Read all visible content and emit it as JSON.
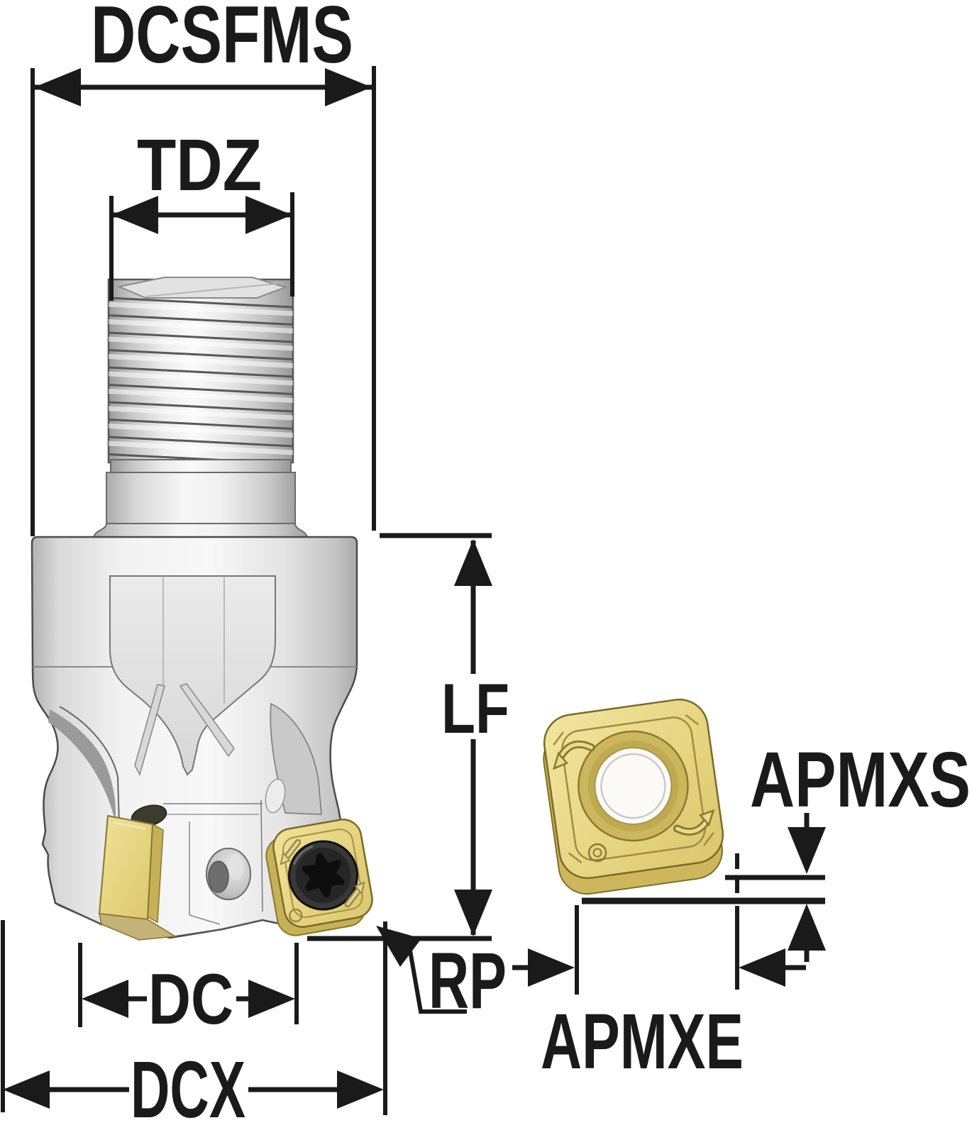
{
  "figure": {
    "type": "technical-dimension-diagram",
    "description": "Screw-in shoulder milling cutter with threaded shank, indexable square inserts and dimension callouts"
  },
  "labels": {
    "dcsfms": "DCSFMS",
    "tdz": "TDZ",
    "lf": "LF",
    "apmxs": "APMXS",
    "rp": "RP",
    "apmxe": "APMXE",
    "dc": "DC",
    "dcx": "DCX"
  },
  "colors": {
    "dimension_lines": "#1a1a1a",
    "insert_face": "#e9d77f",
    "insert_side": "#c7b158",
    "metal_light": "#f5f5f5",
    "metal_dark": "#9c9c9c",
    "screw_head": "#2e2e2e",
    "background": "#ffffff"
  }
}
